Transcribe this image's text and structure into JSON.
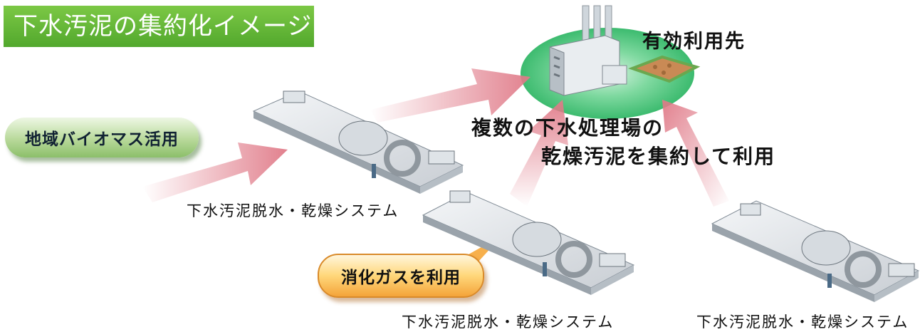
{
  "title": "下水汚泥の集約化イメージ",
  "destination_label": "有効利用先",
  "biomass_label": "地域バイオマス活用",
  "center_message": {
    "line1": "複数の下水処理場の",
    "line2": "乾燥汚泥を集約して利用"
  },
  "digestion_gas_label": "消化ガスを利用",
  "systems": [
    {
      "label": "下水汚泥脱水・乾燥システム"
    },
    {
      "label": "下水汚泥脱水・乾燥システム"
    },
    {
      "label": "下水汚泥脱水・乾燥システム"
    }
  ],
  "colors": {
    "title_bg": "#5fb535",
    "arrow": "#e07a88",
    "ellipse": "#3fbf70",
    "pill_green": "#a9d28a",
    "pill_orange": "#f7b04c"
  }
}
